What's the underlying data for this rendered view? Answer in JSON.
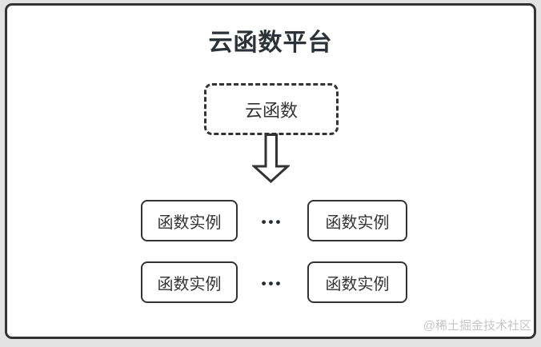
{
  "diagram": {
    "title": "云函数平台",
    "cloud_function": {
      "label": "云函数"
    },
    "instances": [
      "函数实例",
      "函数实例",
      "函数实例",
      "函数实例"
    ],
    "ellipsis": "•••",
    "watermark": "@稀土掘金技术社区",
    "colors": {
      "ink": "#333333",
      "title": "#2d3238",
      "panel_bg": "#ffffff",
      "outer_bg": "#e3e3e3",
      "watermark": "#c6c6c6"
    }
  }
}
